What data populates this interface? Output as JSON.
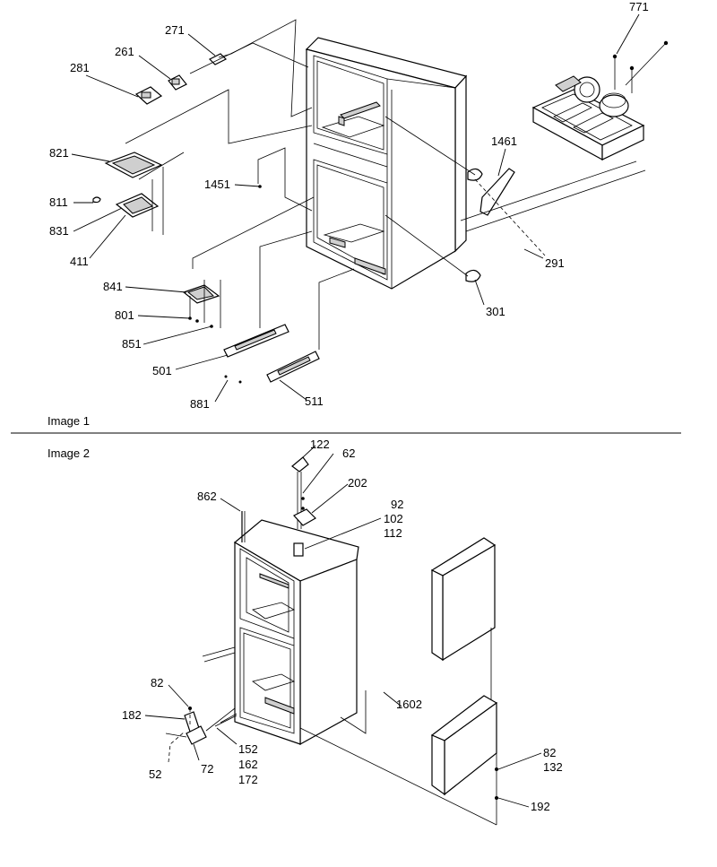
{
  "captions": {
    "image1": "Image 1",
    "image2": "Image 2"
  },
  "image1_labels": {
    "p771": "771",
    "p271": "271",
    "p261": "261",
    "p281": "281",
    "p821": "821",
    "p811": "811",
    "p831": "831",
    "p411": "411",
    "p1451": "1451",
    "p1461": "1461",
    "p291": "291",
    "p301": "301",
    "p841": "841",
    "p801": "801",
    "p851": "851",
    "p501": "501",
    "p881": "881",
    "p511": "511"
  },
  "image2_labels": {
    "p122": "122",
    "p62": "62",
    "p202": "202",
    "p862": "862",
    "p92": "92",
    "p102": "102",
    "p112": "112",
    "p1602": "1602",
    "p82a": "82",
    "p182": "182",
    "p52": "52",
    "p72": "72",
    "p152": "152",
    "p162": "162",
    "p172": "172",
    "p82b": "82",
    "p132": "132",
    "p192": "192"
  }
}
